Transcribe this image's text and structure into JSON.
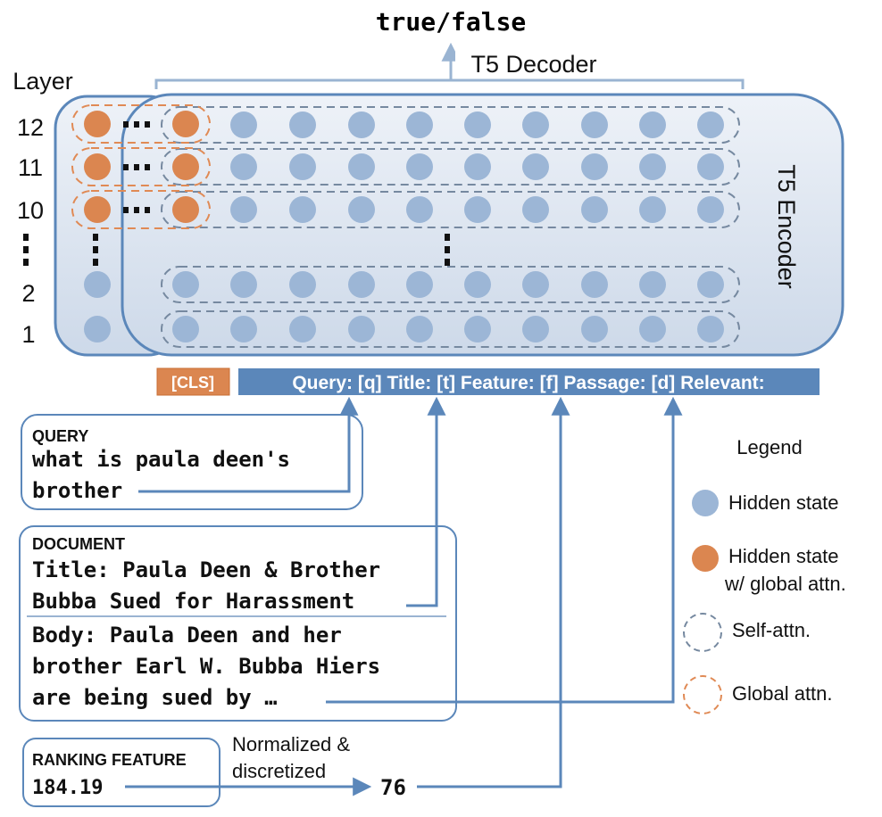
{
  "output_label": "true/false",
  "decoder_label": "T5 Decoder",
  "encoder_label": "T5 Encoder",
  "layer_title": "Layer",
  "layer_numbers": [
    "12",
    "11",
    "10",
    "2",
    "1"
  ],
  "cls_token": "[CLS]",
  "input_template": "Query: [q] Title: [t] Feature: [f] Passage: [d] Relevant:",
  "query_box": {
    "header": "QUERY",
    "lines": [
      "what is paula deen's",
      "brother"
    ]
  },
  "document_box": {
    "header": "DOCUMENT",
    "title_lines": [
      "Title: Paula Deen & Brother",
      "Bubba Sued for Harassment"
    ],
    "body_lines": [
      "Body: Paula Deen and her",
      "brother Earl W. Bubba Hiers",
      "are being sued by …"
    ]
  },
  "feature_box": {
    "header": "RANKING FEATURE",
    "value": "184.19"
  },
  "transform_note": [
    "Normalized &",
    "discretized"
  ],
  "discretized_value": "76",
  "legend": {
    "title": "Legend",
    "items": [
      {
        "kind": "hidden-state",
        "lines": [
          "Hidden state"
        ]
      },
      {
        "kind": "global-hidden-state",
        "lines": [
          "Hidden state",
          "w/ global attn."
        ]
      },
      {
        "kind": "self-attn",
        "lines": [
          "Self-attn."
        ]
      },
      {
        "kind": "global-attn",
        "lines": [
          "Global attn."
        ]
      }
    ]
  },
  "colors": {
    "hidden_state": "#9cb6d6",
    "global_state": "#db8650",
    "encoder_border": "#5b87ba",
    "encoder_fill": "#e2e8f1",
    "input_bar": "#5b87ba",
    "arrow": "#5b87ba",
    "self_attn_dash": "#7689a0",
    "global_attn_dash": "#e08a55"
  }
}
